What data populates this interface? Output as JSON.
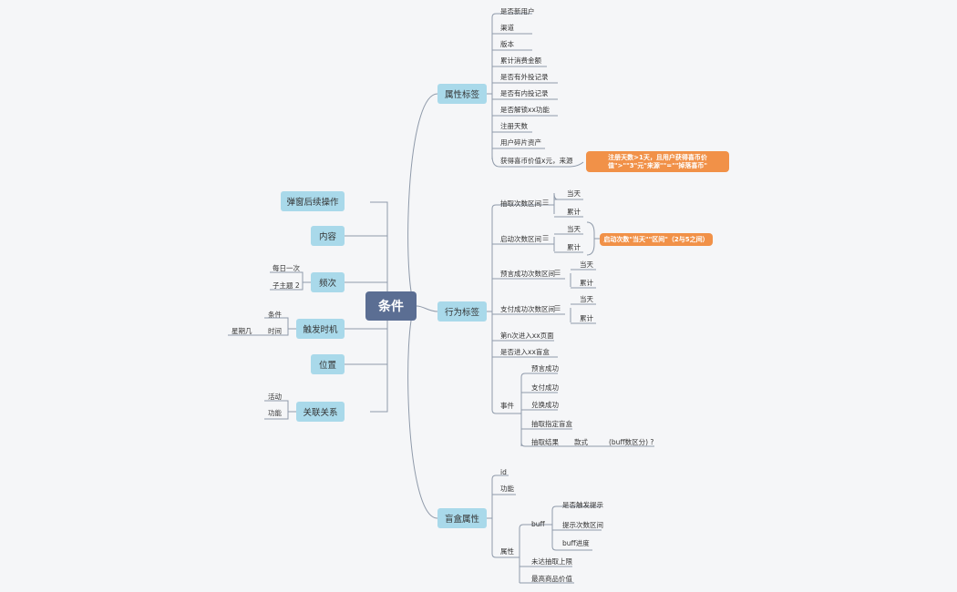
{
  "root": "条件",
  "right": {
    "attr": {
      "label": "属性标签",
      "items": [
        "是否新用户",
        "渠道",
        "版本",
        "累计消费金额",
        "是否有外投记录",
        "是否有内投记录",
        "是否解锁xx功能",
        "注册天数",
        "用户碎片资产",
        "获得喜币价值x元，来源"
      ],
      "note": "注册天数>1天，且用户获得喜币价值\">\"\"3\"元\"来源\"\"=\"\"掉落喜币\""
    },
    "behavior": {
      "label": "行为标签",
      "items": [
        {
          "label": "抽取次数区间",
          "subs": [
            "当天",
            "累计"
          ]
        },
        {
          "label": "启动次数区间",
          "subs": [
            "当天",
            "累计"
          ]
        },
        {
          "label": "预言成功次数区间",
          "subs": [
            "当天",
            "累计"
          ]
        },
        {
          "label": "支付成功次数区间",
          "subs": [
            "当天",
            "累计"
          ]
        },
        {
          "label": "第n次进入xx页面"
        },
        {
          "label": "是否进入xx盲盒"
        },
        {
          "label": "事件",
          "subs": [
            "预言成功",
            "支付成功",
            "兑换成功",
            "抽取指定盲盒",
            "抽取结果"
          ],
          "extra": [
            "款式",
            "(buff数区分)  ?"
          ]
        }
      ],
      "note": "启动次数\"当天\"\"区间\"（2与5之间）"
    },
    "blindbox": {
      "label": "盲盒属性",
      "items": [
        "id",
        "功能",
        "属性"
      ],
      "prop_children": [
        "buff",
        "未达抽取上限",
        "最高商品价值"
      ],
      "buff_children": [
        "是否触发提示",
        "提示次数区间",
        "buff进度"
      ]
    }
  },
  "left": {
    "popup": "弹窗后续操作",
    "content": "内容",
    "freq": {
      "label": "频次",
      "items": [
        "每日一次",
        "子主题 2"
      ]
    },
    "trigger": {
      "label": "触发时机",
      "items": [
        "条件",
        "时间"
      ],
      "sub": "星期几"
    },
    "position": "位置",
    "relation": {
      "label": "关联关系",
      "items": [
        "活动",
        "功能"
      ]
    }
  },
  "note_icon": "notes-icon"
}
